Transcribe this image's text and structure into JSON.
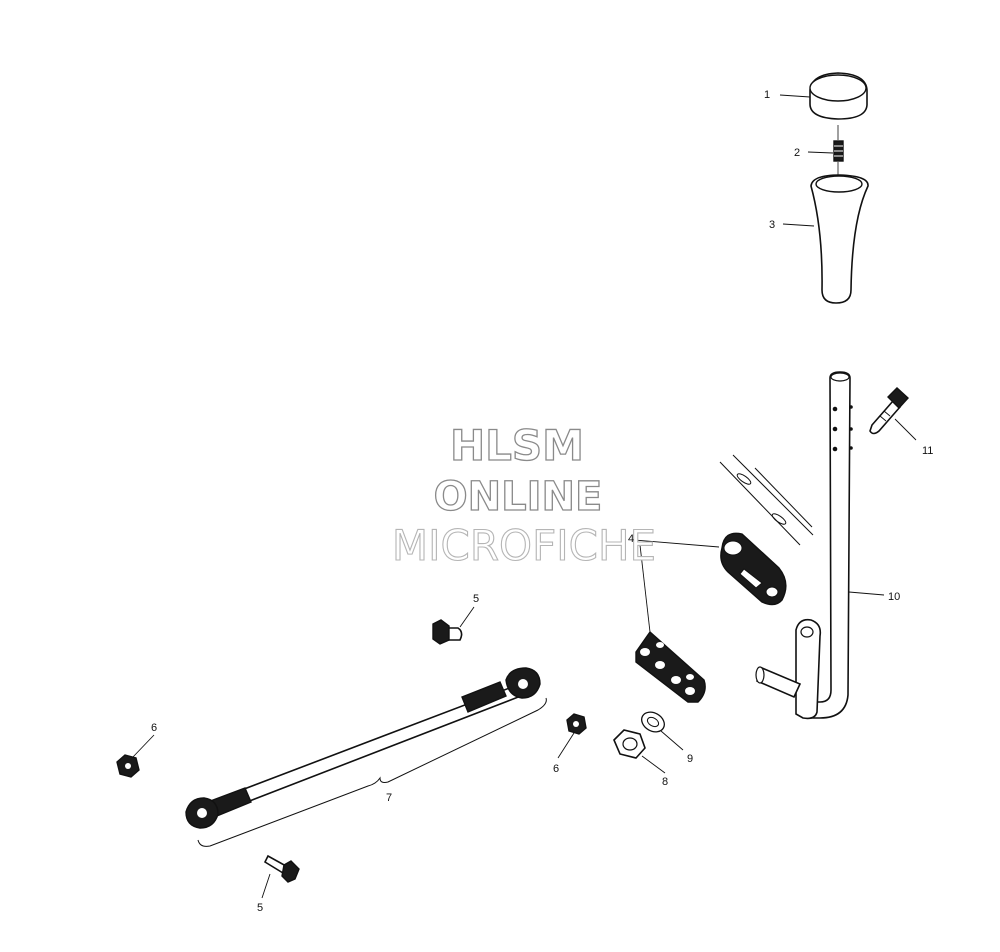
{
  "watermark": {
    "line1": "HLSM",
    "line2": "ONLINE",
    "line3": "MICROFICHE"
  },
  "callouts": {
    "c1": "1",
    "c2": "2",
    "c3": "3",
    "c4": "4",
    "c5a": "5",
    "c5b": "5",
    "c6a": "6",
    "c6b": "6",
    "c7": "7",
    "c8": "8",
    "c9": "9",
    "c10": "10",
    "c11": "11"
  }
}
